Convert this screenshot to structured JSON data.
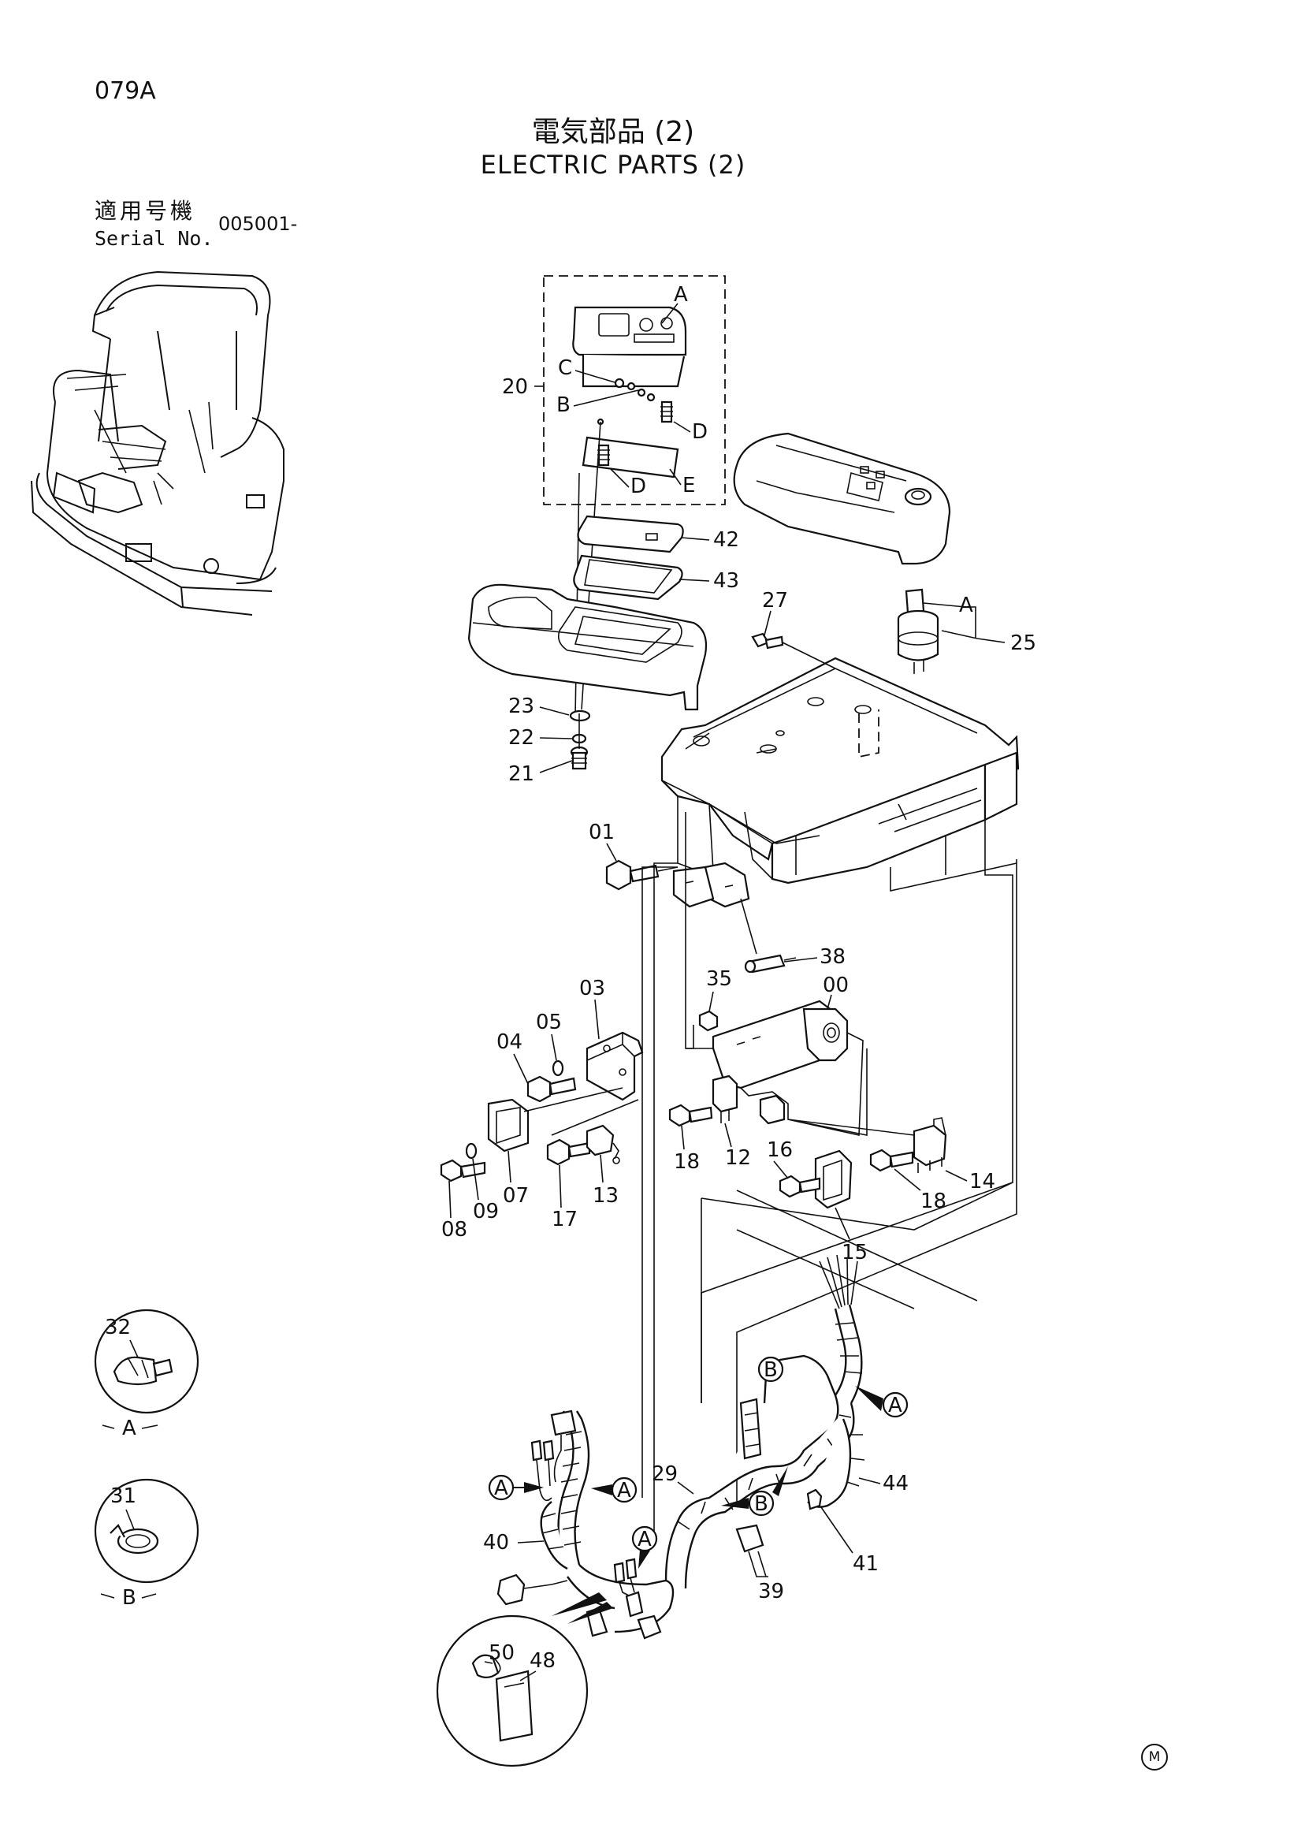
{
  "header": {
    "page_code": "079A",
    "title_jp": "電気部品 (2)",
    "title_en": "ELECTRIC PARTS (2)",
    "serial_label_jp": "適用号機",
    "serial_label_en": "Serial No.",
    "serial_value": "005001-"
  },
  "callouts": {
    "c20": "20",
    "cA1": "A",
    "cB1": "B",
    "cC1": "C",
    "cD1": "D",
    "cD2": "D",
    "cE1": "E",
    "c42": "42",
    "c43": "43",
    "c27": "27",
    "cA2": "A",
    "c25": "25",
    "c23": "23",
    "c22": "22",
    "c21": "21",
    "c01": "01",
    "c38": "38",
    "c35": "35",
    "c00": "00",
    "c03": "03",
    "c04": "04",
    "c05": "05",
    "c07": "07",
    "c08": "08",
    "c09": "09",
    "c17": "17",
    "c13": "13",
    "c18a": "18",
    "c12": "12",
    "c16": "16",
    "c15": "15",
    "c14": "14",
    "c18b": "18",
    "c29": "29",
    "c44": "44",
    "c41": "41",
    "c39": "39",
    "c40": "40",
    "c50": "50",
    "c48": "48",
    "bubbleA1": "A",
    "bubbleA2": "A",
    "bubbleA3": "A",
    "bubbleA4": "A",
    "bubbleB1": "B",
    "bubbleB2": "B"
  },
  "details": {
    "detail_a_part": "32",
    "detail_a_letter": "A",
    "detail_b_part": "31",
    "detail_b_letter": "B"
  },
  "footer": {
    "mark": "M"
  }
}
